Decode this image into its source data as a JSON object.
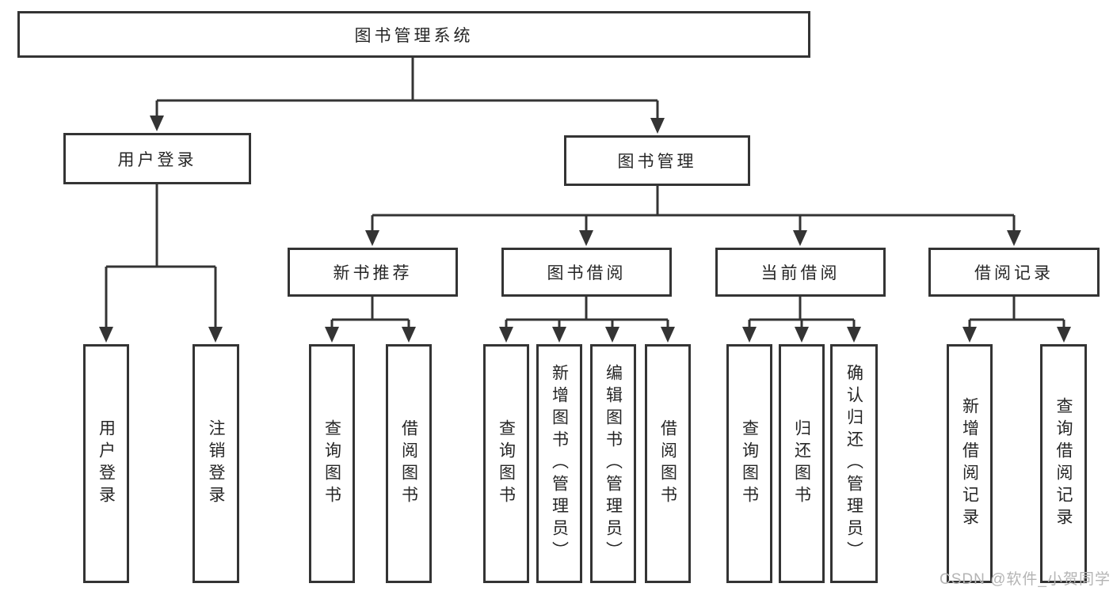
{
  "diagram": {
    "tree": {
      "label": "图书管理系统",
      "children": [
        {
          "label": "用户登录",
          "children": [
            {
              "label": "用户登录"
            },
            {
              "label": "注销登录"
            }
          ]
        },
        {
          "label": "图书管理",
          "children": [
            {
              "label": "新书推荐",
              "children": [
                {
                  "label": "查询图书"
                },
                {
                  "label": "借阅图书"
                }
              ]
            },
            {
              "label": "图书借阅",
              "children": [
                {
                  "label": "查询图书"
                },
                {
                  "label": "新增图书（管理员）"
                },
                {
                  "label": "编辑图书（管理员）"
                },
                {
                  "label": "借阅图书"
                }
              ]
            },
            {
              "label": "当前借阅",
              "children": [
                {
                  "label": "查询图书"
                },
                {
                  "label": "归还图书"
                },
                {
                  "label": "确认归还（管理员）"
                }
              ]
            },
            {
              "label": "借阅记录",
              "children": [
                {
                  "label": "新增借阅记录"
                },
                {
                  "label": "查询借阅记录"
                }
              ]
            }
          ]
        }
      ]
    },
    "colors": {
      "line": "#343434",
      "text": "#262626",
      "background": "#ffffff",
      "watermark": "#b4b4b4"
    }
  },
  "watermark": {
    "text": "CSDN @软件_小贺同学"
  }
}
